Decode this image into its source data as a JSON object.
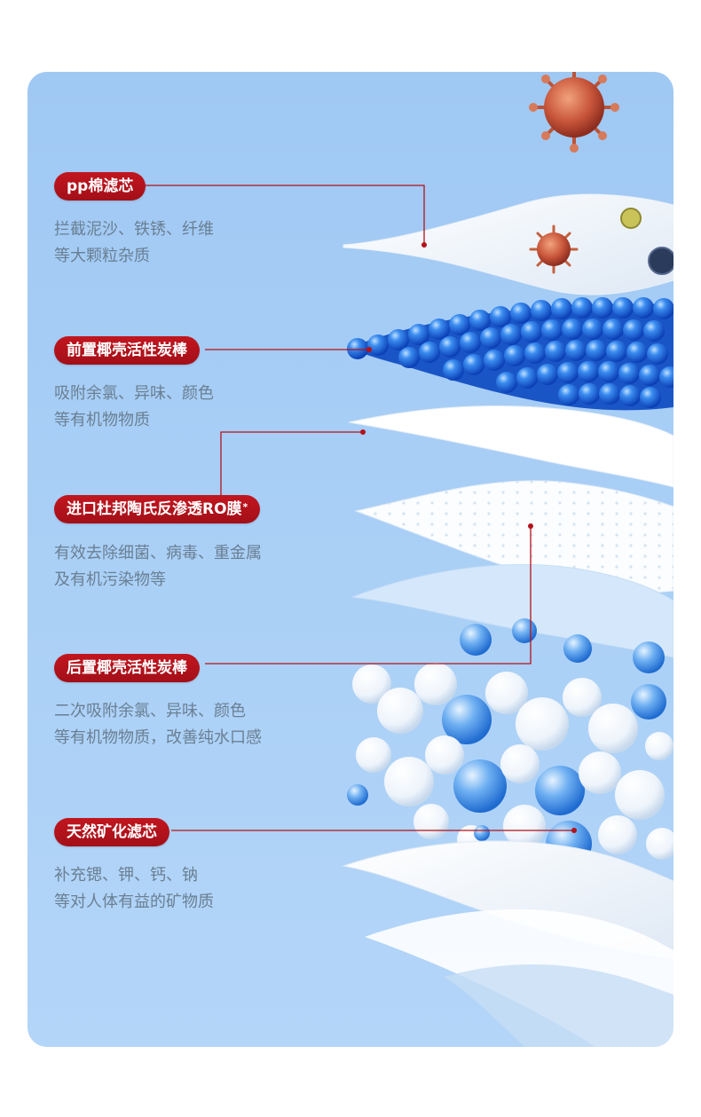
{
  "layers": [
    {
      "tag": "pp棉滤芯",
      "desc": [
        "拦截泥沙、铁锈、纤维",
        "等大颗粒杂质"
      ]
    },
    {
      "tag": "前置椰壳活性炭棒",
      "desc": [
        "吸附余氯、异味、颜色",
        "等有机物物质"
      ]
    },
    {
      "tag": "进口杜邦陶氏反渗透RO膜",
      "tag_mark": "*",
      "desc": [
        "有效去除细菌、病毒、重金属",
        "及有机污染物等"
      ]
    },
    {
      "tag": "后置椰壳活性炭棒",
      "desc": [
        "二次吸附余氯、异味、颜色",
        "等有机物物质，改善纯水口感"
      ]
    },
    {
      "tag": "天然矿化滤芯",
      "desc": [
        "补充锶、钾、钙、钠",
        "等对人体有益的矿物质"
      ]
    }
  ],
  "colors": {
    "tag_red": "#b3121b",
    "card_blue": "#a9cff6",
    "text_gray": "#6a7f93"
  }
}
